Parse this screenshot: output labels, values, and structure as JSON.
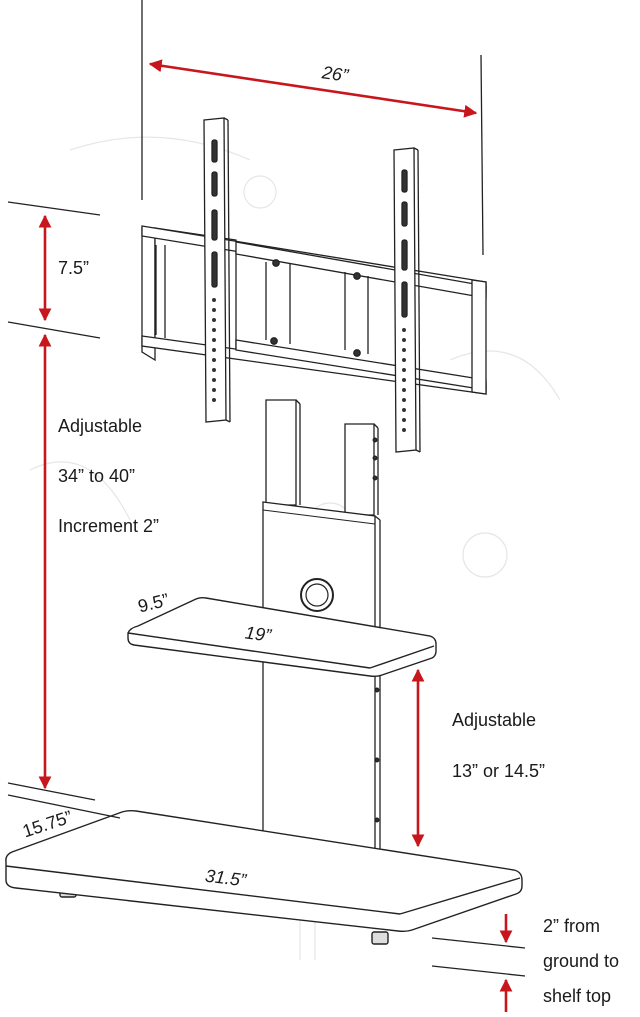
{
  "dimensions": {
    "mount_width": "26”",
    "top_height": "7.5”",
    "pole_adjust": {
      "line1": "Adjustable",
      "line2": "34” to 40”",
      "line3": "Increment 2”"
    },
    "shelf_depth": "9.5”",
    "shelf_width": "19”",
    "shelf_adjust": {
      "line1": "Adjustable",
      "line2": "13” or 14.5”"
    },
    "base_depth": "15.75”",
    "base_width": "31.5”",
    "ground_clearance": {
      "line1": "2” from",
      "line2": "ground to",
      "line3": "shelf top"
    }
  },
  "colors": {
    "arrow": "#c8161d",
    "line": "#222222"
  }
}
